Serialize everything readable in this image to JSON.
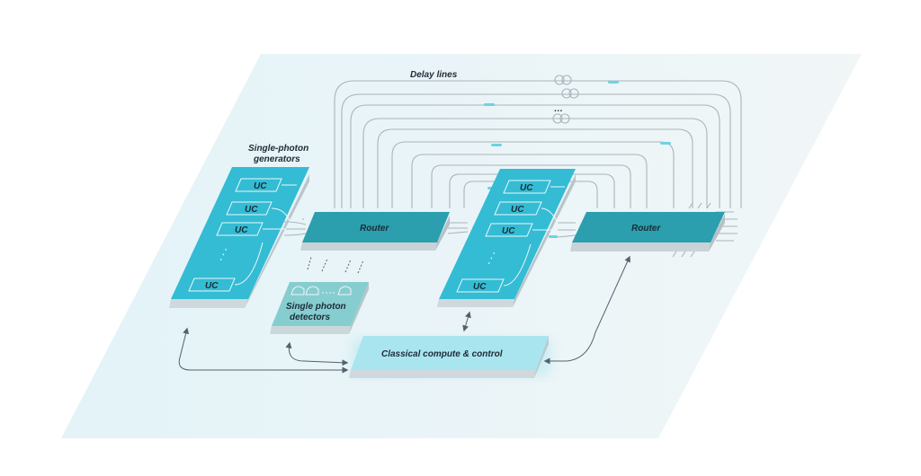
{
  "labels": {
    "delay_lines": "Delay lines",
    "generators_line1": "Single-photon",
    "generators_line2": "generators",
    "router_left": "Router",
    "router_right": "Router",
    "detectors_line1": "Single photon",
    "detectors_line2": "detectors",
    "classical": "Classical compute & control",
    "dots": "…"
  },
  "uc_left": [
    "UC",
    "UC",
    "UC",
    "UC"
  ],
  "uc_right": [
    "UC",
    "UC",
    "UC",
    "UC"
  ],
  "colors": {
    "plane": "#e9f4f8",
    "module_top": "#33bcd4",
    "module_side": "#cfd9dd",
    "router_top": "#2b9fad",
    "router_side": "#c9d3d7",
    "detector_top": "#86cdd0",
    "classical_top": "#a9e5ef",
    "wire": "#a9b4bb",
    "arrow": "#55616a",
    "text": "#1d2b36"
  }
}
